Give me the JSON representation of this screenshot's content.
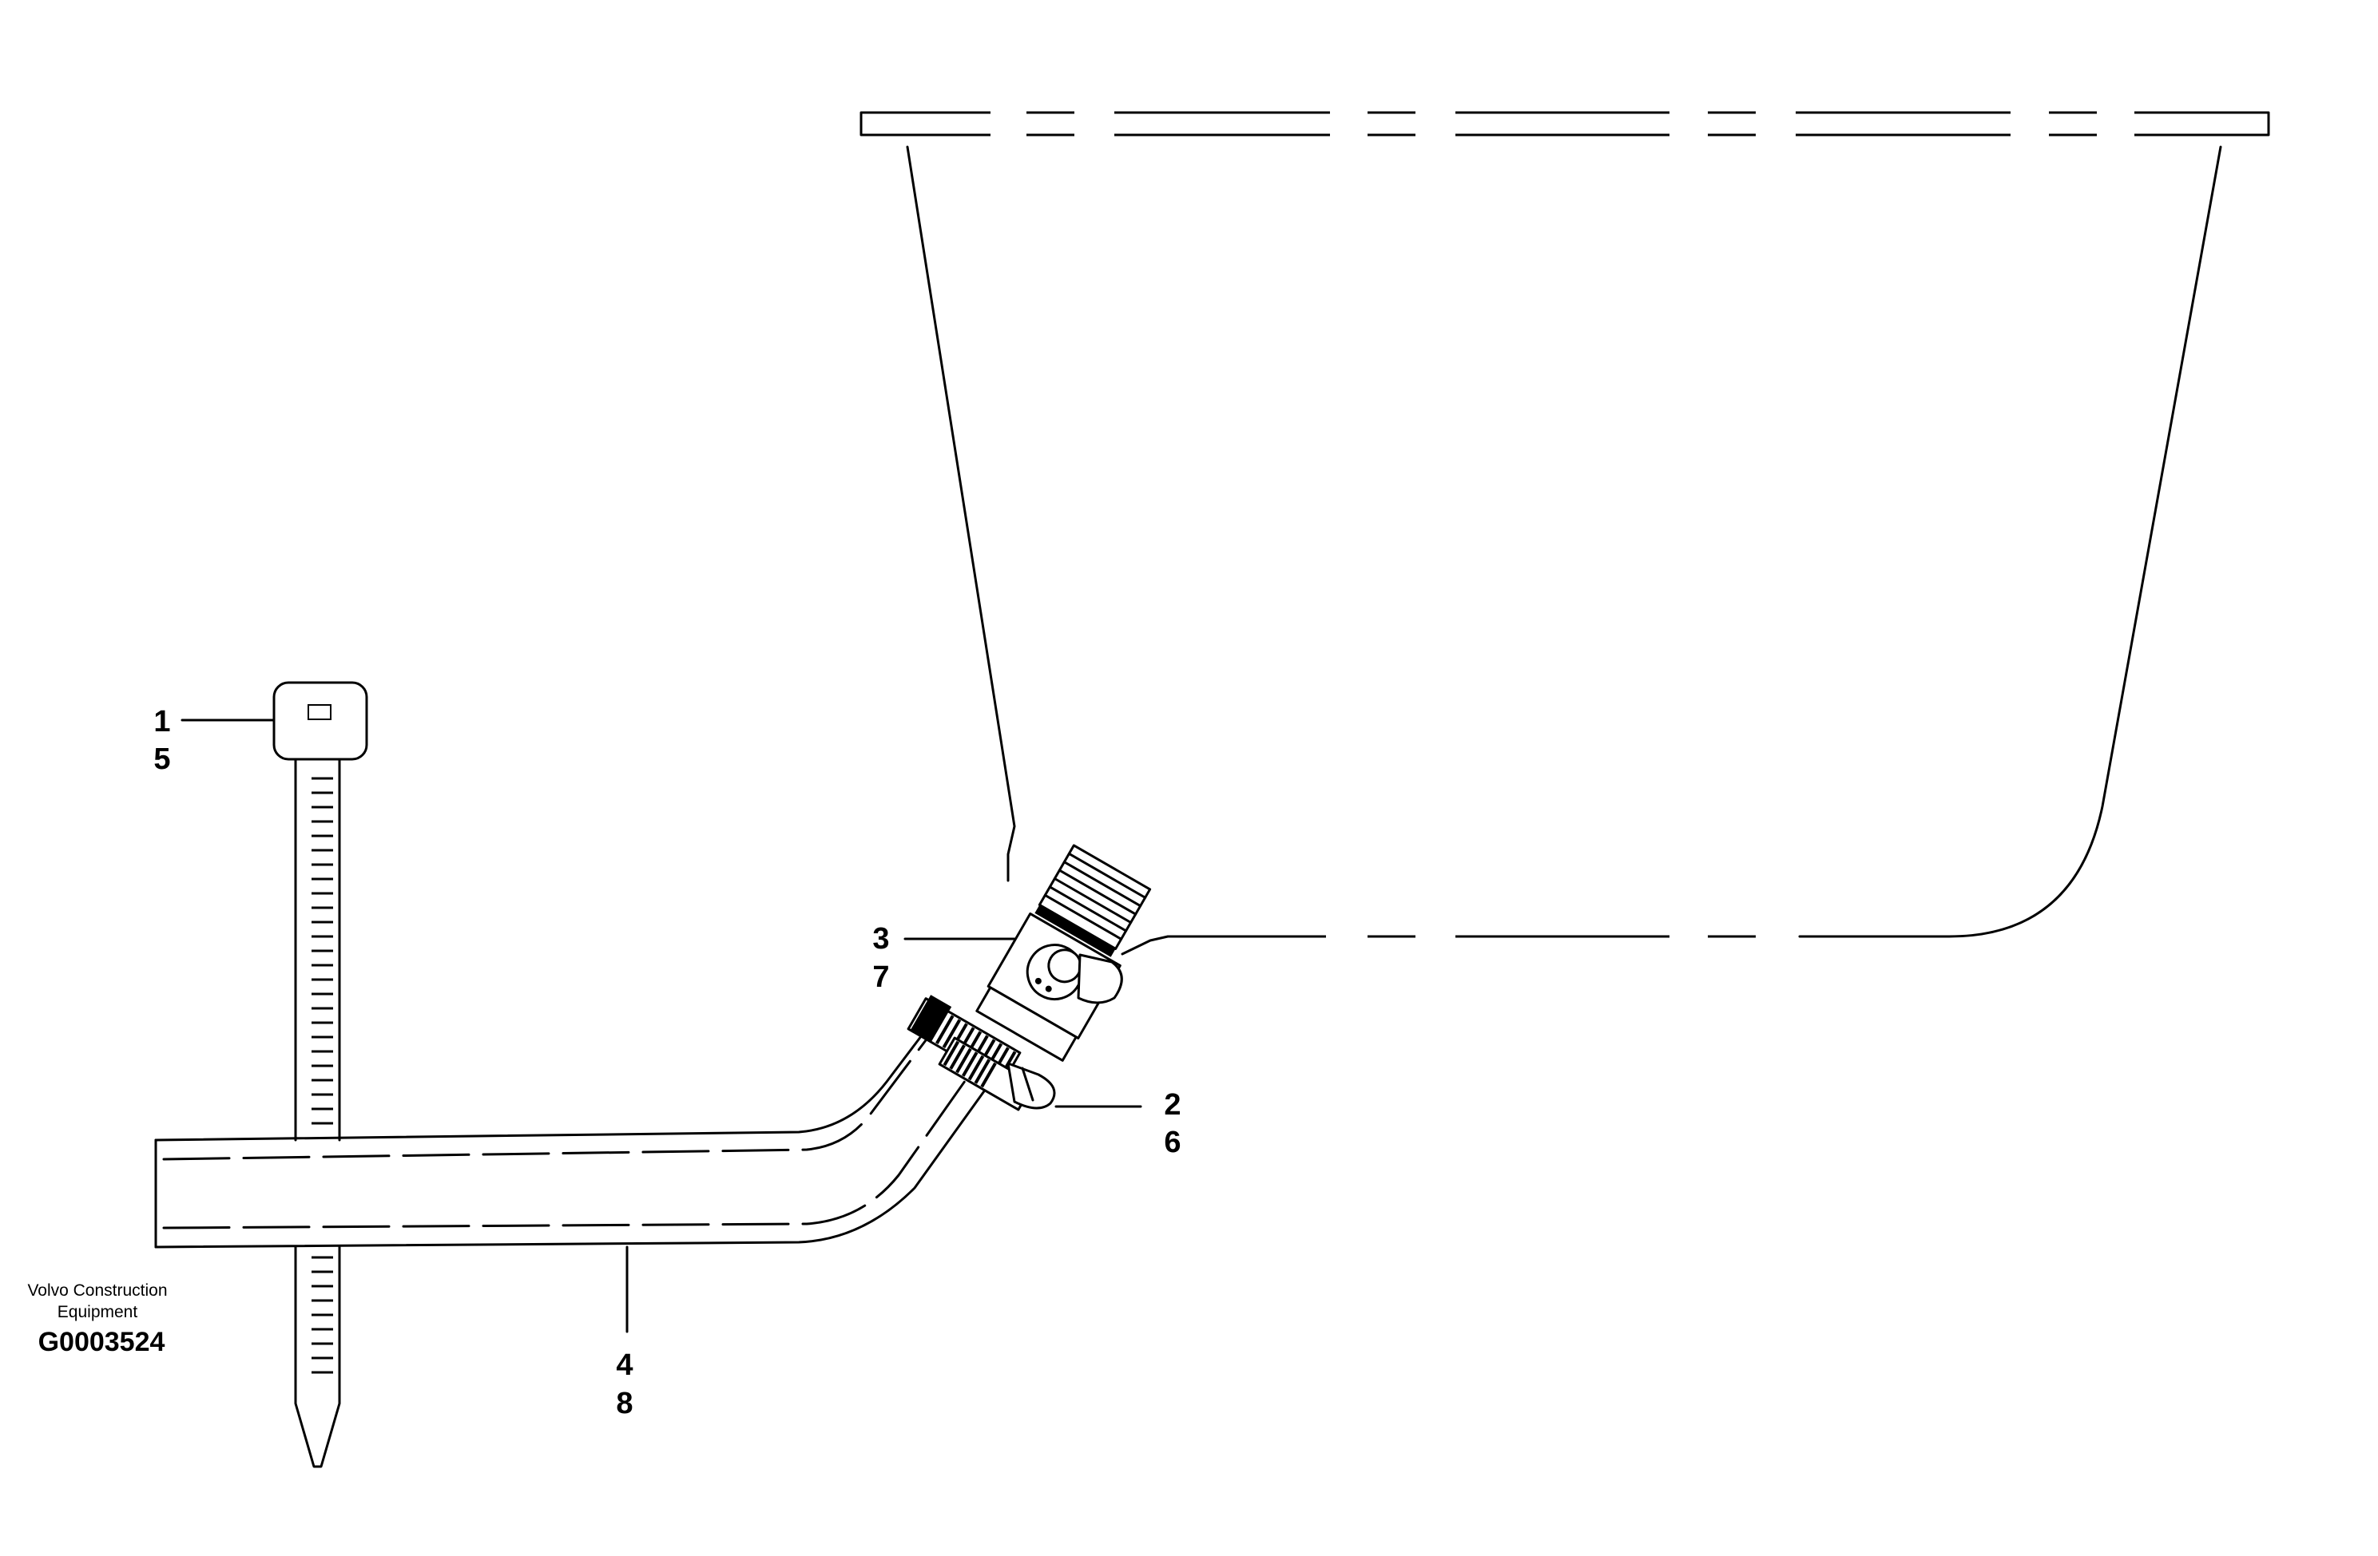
{
  "callouts": [
    {
      "id": "c1",
      "top": "1",
      "bottom": "5"
    },
    {
      "id": "c2",
      "top": "2",
      "bottom": "6"
    },
    {
      "id": "c3",
      "top": "3",
      "bottom": "7"
    },
    {
      "id": "c4",
      "top": "4",
      "bottom": "8"
    }
  ],
  "credit": {
    "line1": "Volvo Construction",
    "line2": "Equipment",
    "drawing_id": "G0003524"
  }
}
